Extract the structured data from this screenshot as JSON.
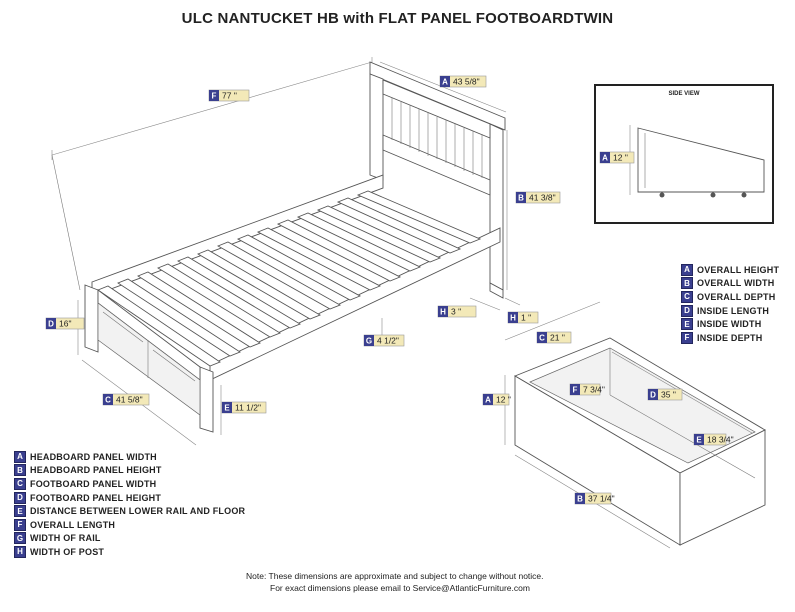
{
  "title": "ULC NANTUCKET HB with FLAT PANEL FOOTBOARDTWIN",
  "side_view": {
    "title": "SIDE VIEW"
  },
  "dimension_labels": {
    "bed": [
      {
        "letter": "F",
        "value": "77 \""
      },
      {
        "letter": "A",
        "value": "43 5/8\""
      },
      {
        "letter": "B",
        "value": "41 3/8\""
      },
      {
        "letter": "D",
        "value": "16\""
      },
      {
        "letter": "H",
        "value": "3 \""
      },
      {
        "letter": "H",
        "value": "1 \""
      },
      {
        "letter": "G",
        "value": "4 1/2\""
      },
      {
        "letter": "C",
        "value": "41 5/8\""
      },
      {
        "letter": "E",
        "value": "11 1/2\""
      }
    ],
    "side_view": [
      {
        "letter": "A",
        "value": "12 \""
      }
    ],
    "drawer": [
      {
        "letter": "C",
        "value": "21 \""
      },
      {
        "letter": "A",
        "value": "12 \""
      },
      {
        "letter": "F",
        "value": "7 3/4\""
      },
      {
        "letter": "D",
        "value": "35 \""
      },
      {
        "letter": "E",
        "value": "18 3/4\""
      },
      {
        "letter": "B",
        "value": "37 1/4\""
      }
    ]
  },
  "legend_bed": [
    {
      "letter": "A",
      "text": "HEADBOARD PANEL WIDTH"
    },
    {
      "letter": "B",
      "text": "HEADBOARD PANEL HEIGHT"
    },
    {
      "letter": "C",
      "text": "FOOTBOARD PANEL WIDTH"
    },
    {
      "letter": "D",
      "text": "FOOTBOARD PANEL HEIGHT"
    },
    {
      "letter": "E",
      "text": "DISTANCE BETWEEN LOWER RAIL AND FLOOR"
    },
    {
      "letter": "F",
      "text": "OVERALL LENGTH"
    },
    {
      "letter": "G",
      "text": "WIDTH OF RAIL"
    },
    {
      "letter": "H",
      "text": "WIDTH OF POST"
    }
  ],
  "legend_drawer": [
    {
      "letter": "A",
      "text": "OVERALL HEIGHT"
    },
    {
      "letter": "B",
      "text": "OVERALL WIDTH"
    },
    {
      "letter": "C",
      "text": "OVERALL DEPTH"
    },
    {
      "letter": "D",
      "text": "INSIDE LENGTH"
    },
    {
      "letter": "E",
      "text": "INSIDE WIDTH"
    },
    {
      "letter": "F",
      "text": "INSIDE DEPTH"
    }
  ],
  "note": {
    "line1": "Note: These dimensions are approximate and subject to change without notice.",
    "line2": "For exact dimensions please email to Service@AtlanticFurniture.com"
  }
}
